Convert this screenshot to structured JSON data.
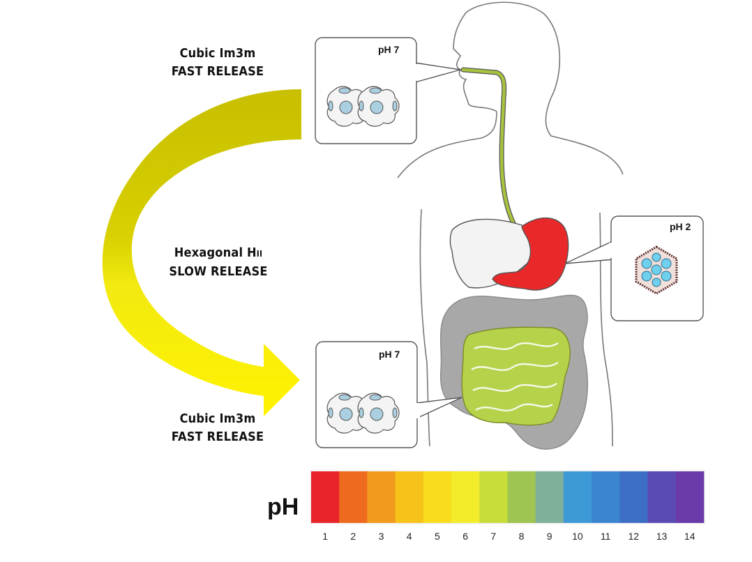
{
  "labels": {
    "top": {
      "line1": "Cubic Im3m",
      "line2": "FAST RELEASE"
    },
    "middle": {
      "line1": "Hexagonal H",
      "line1_sub": "II",
      "line2": "SLOW RELEASE"
    },
    "bottom": {
      "line1": "Cubic Im3m",
      "line2": "FAST RELEASE"
    }
  },
  "callouts": {
    "mouth": {
      "ph": "pH 7",
      "phase": "cubic"
    },
    "stomach": {
      "ph": "pH 2",
      "phase": "hexagonal"
    },
    "intestine": {
      "ph": "pH 7",
      "phase": "cubic"
    }
  },
  "ph_scale": {
    "label": "pH",
    "ticks": [
      "1",
      "2",
      "3",
      "4",
      "5",
      "6",
      "7",
      "8",
      "9",
      "10",
      "11",
      "12",
      "13",
      "14"
    ],
    "colors": [
      "#e8232a",
      "#ee6a1f",
      "#f29a1e",
      "#f7c21a",
      "#f8dc1d",
      "#f3ec2b",
      "#c8dc3a",
      "#a0c452",
      "#7fb09a",
      "#3d9ad6",
      "#3b85cf",
      "#3d6ec6",
      "#5a4bb4",
      "#6a3aa8"
    ]
  },
  "colors": {
    "arrow_top": "#c9c200",
    "arrow_bottom": "#fff200",
    "stomach": "#e9282a",
    "intestine_small": "#b6d14a",
    "intestine_large": "#a8a8a8",
    "esophagus": "#a7c23f",
    "outline": "#555555"
  }
}
